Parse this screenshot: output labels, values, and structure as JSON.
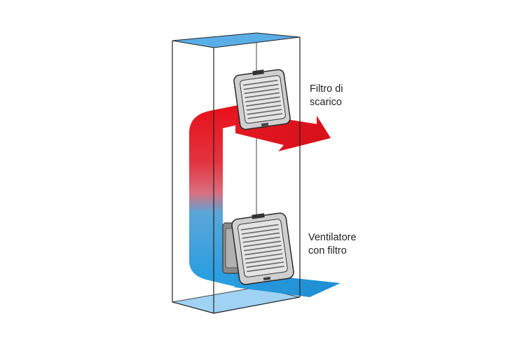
{
  "labels": {
    "exhaust_filter": [
      "Filtro di",
      "scarico"
    ],
    "fan_with_filter": [
      "Ventilatore",
      "con filtro"
    ]
  },
  "colors": {
    "hot_air": "#e8111c",
    "cold_air": "#2a9ee0",
    "cabinet_top_face": "#5aaee6",
    "cabinet_bottom_face": "#9fd2f3",
    "outline": "#222222"
  },
  "icons": {
    "exhaust_filter": "louvered-filter-grille-icon",
    "fan_with_filter": "louvered-fan-grille-icon"
  }
}
